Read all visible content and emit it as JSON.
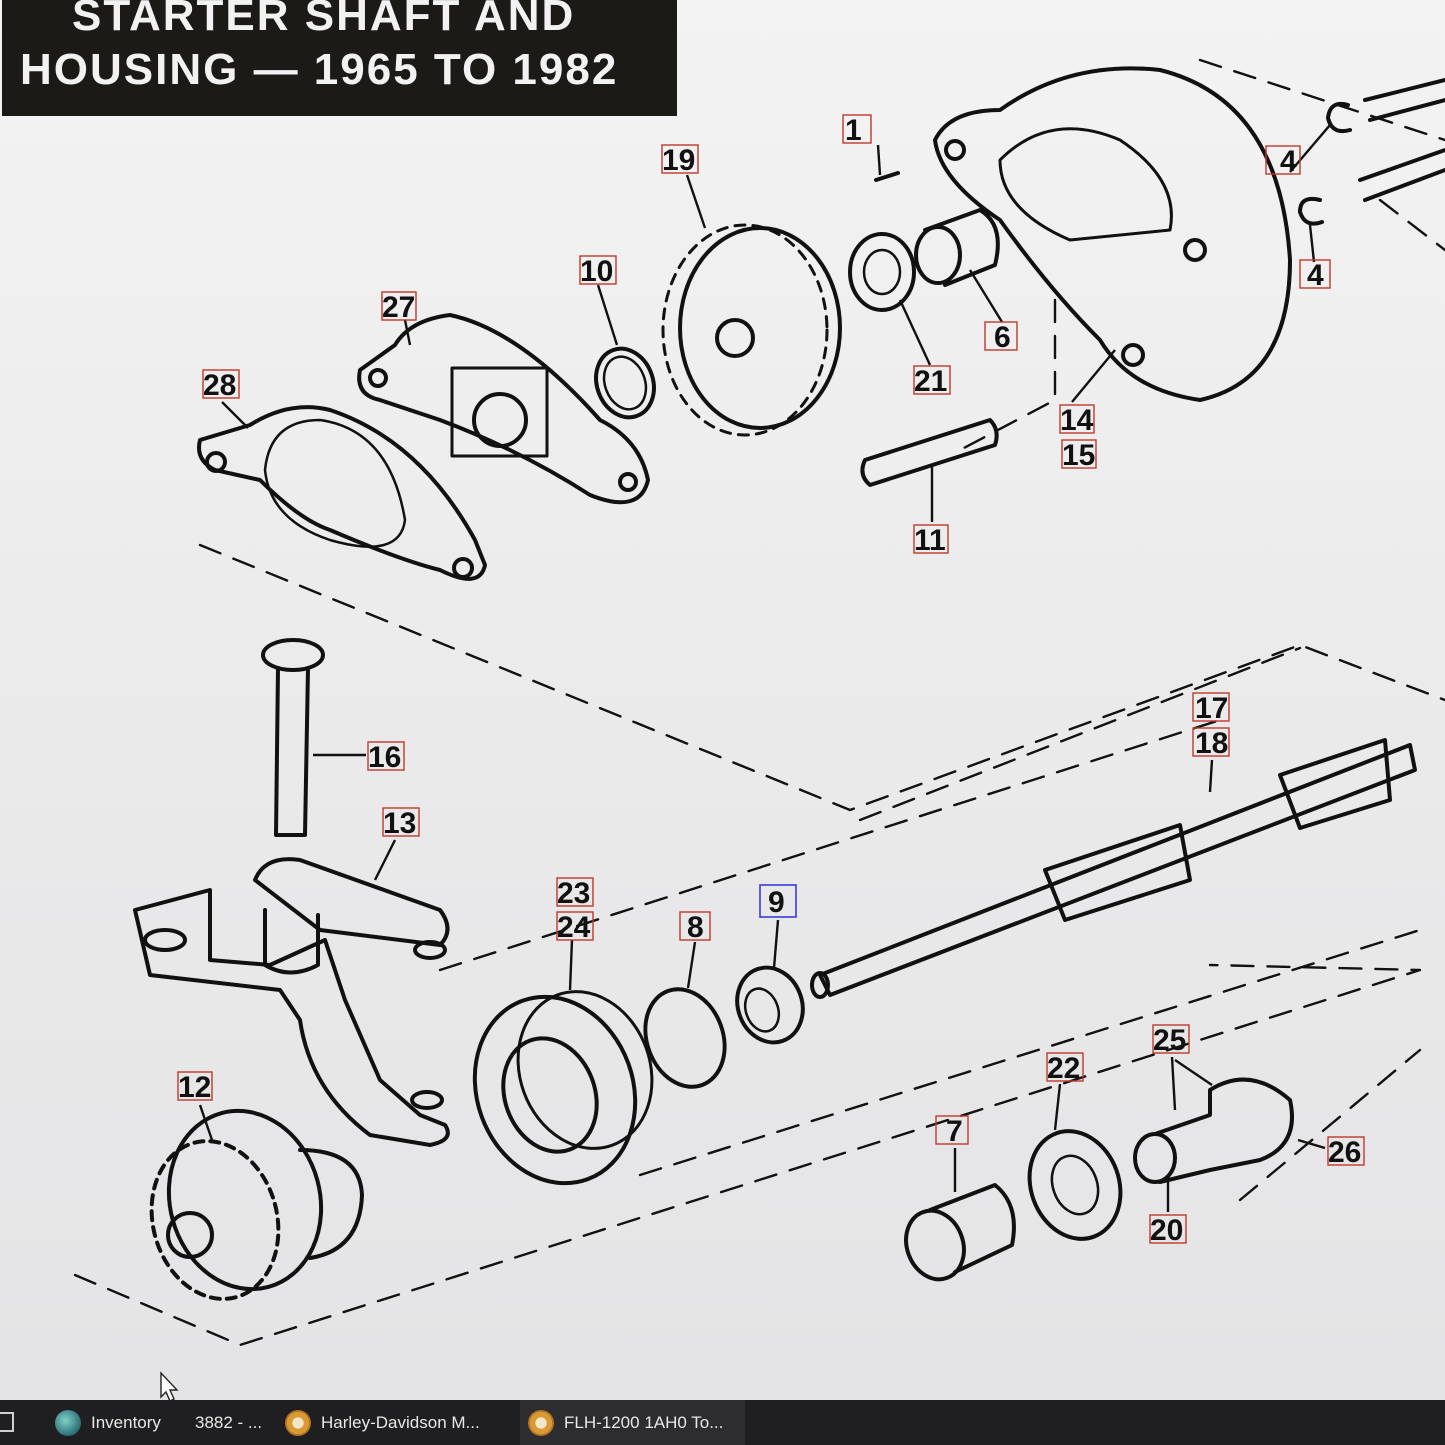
{
  "title": {
    "line1": "STARTER SHAFT AND",
    "line2": "HOUSING — 1965 TO 1982"
  },
  "callouts": [
    "1",
    "19",
    "4",
    "4",
    "10",
    "27",
    "6",
    "21",
    "28",
    "14",
    "15",
    "11",
    "17",
    "18",
    "16",
    "13",
    "23",
    "24",
    "8",
    "9",
    "25",
    "22",
    "26",
    "12",
    "7",
    "20"
  ],
  "selected_callout": "9",
  "colors": {
    "callout_box": "#c0392b",
    "selected_box": "#3b3bd6",
    "title_bg": "#1c1a17",
    "taskbar_bg": "#1f1f21"
  },
  "taskbar": {
    "items": [
      {
        "label": "Inventory",
        "icon": "sprite-icon"
      },
      {
        "label": "3882 - ...",
        "icon": ""
      },
      {
        "label": "Harley-Davidson M...",
        "icon": "chrome-icon"
      },
      {
        "label": "FLH-1200 1AH0 To...",
        "icon": "chrome-icon"
      }
    ]
  }
}
